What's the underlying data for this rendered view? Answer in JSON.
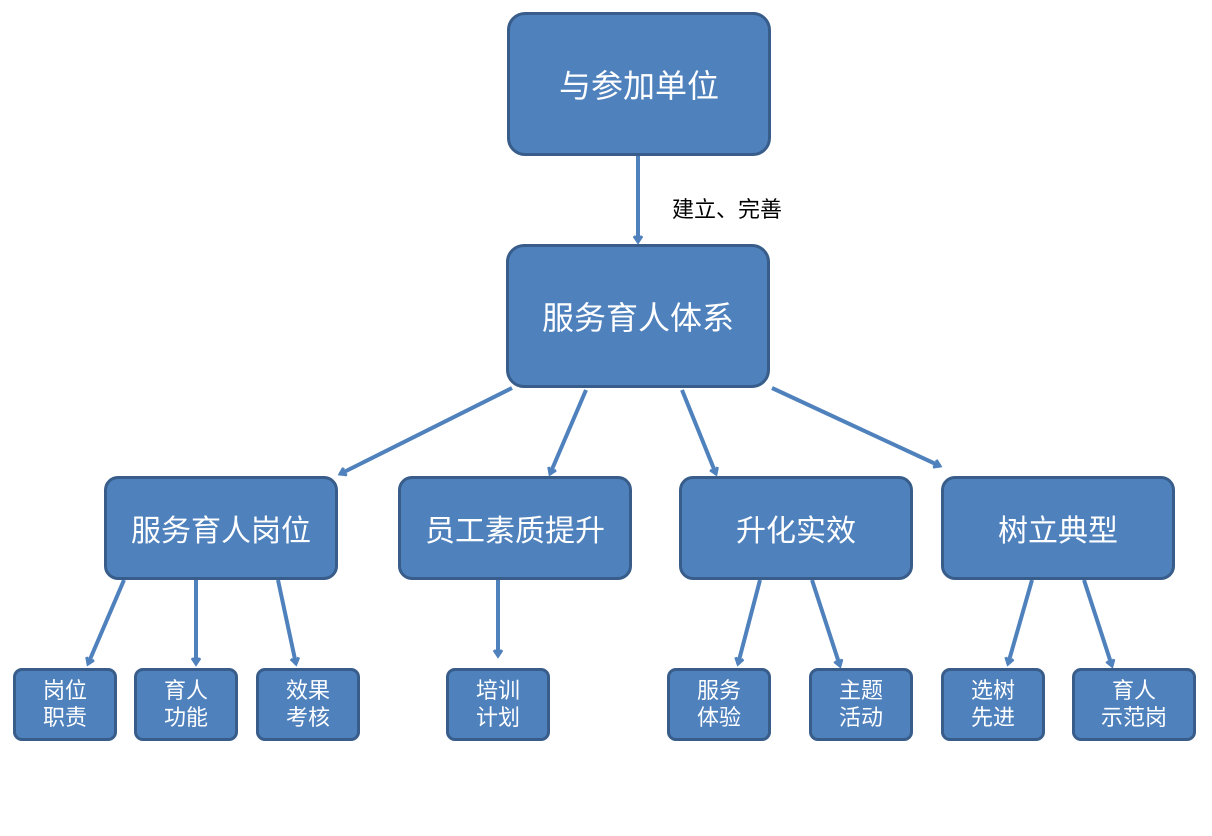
{
  "colors": {
    "node_fill": "#4f81bd",
    "node_border": "#385d8a",
    "arrow": "#4f81bd",
    "text": "#ffffff"
  },
  "root": {
    "label": "与参加单位"
  },
  "edge_label": "建立、完善",
  "system": {
    "label": "服务育人体系"
  },
  "branches": [
    {
      "label": "服务育人岗位",
      "children": [
        [
          "岗位",
          "职责"
        ],
        [
          "育人",
          "功能"
        ],
        [
          "效果",
          "考核"
        ]
      ]
    },
    {
      "label": "员工素质提升",
      "children": [
        [
          "培训",
          "计划"
        ]
      ]
    },
    {
      "label": "升化实效",
      "children": [
        [
          "服务",
          "体验"
        ],
        [
          "主题",
          "活动"
        ]
      ]
    },
    {
      "label": "树立典型",
      "children": [
        [
          "选树",
          "先进"
        ],
        [
          "育人",
          "示范岗"
        ]
      ]
    }
  ]
}
